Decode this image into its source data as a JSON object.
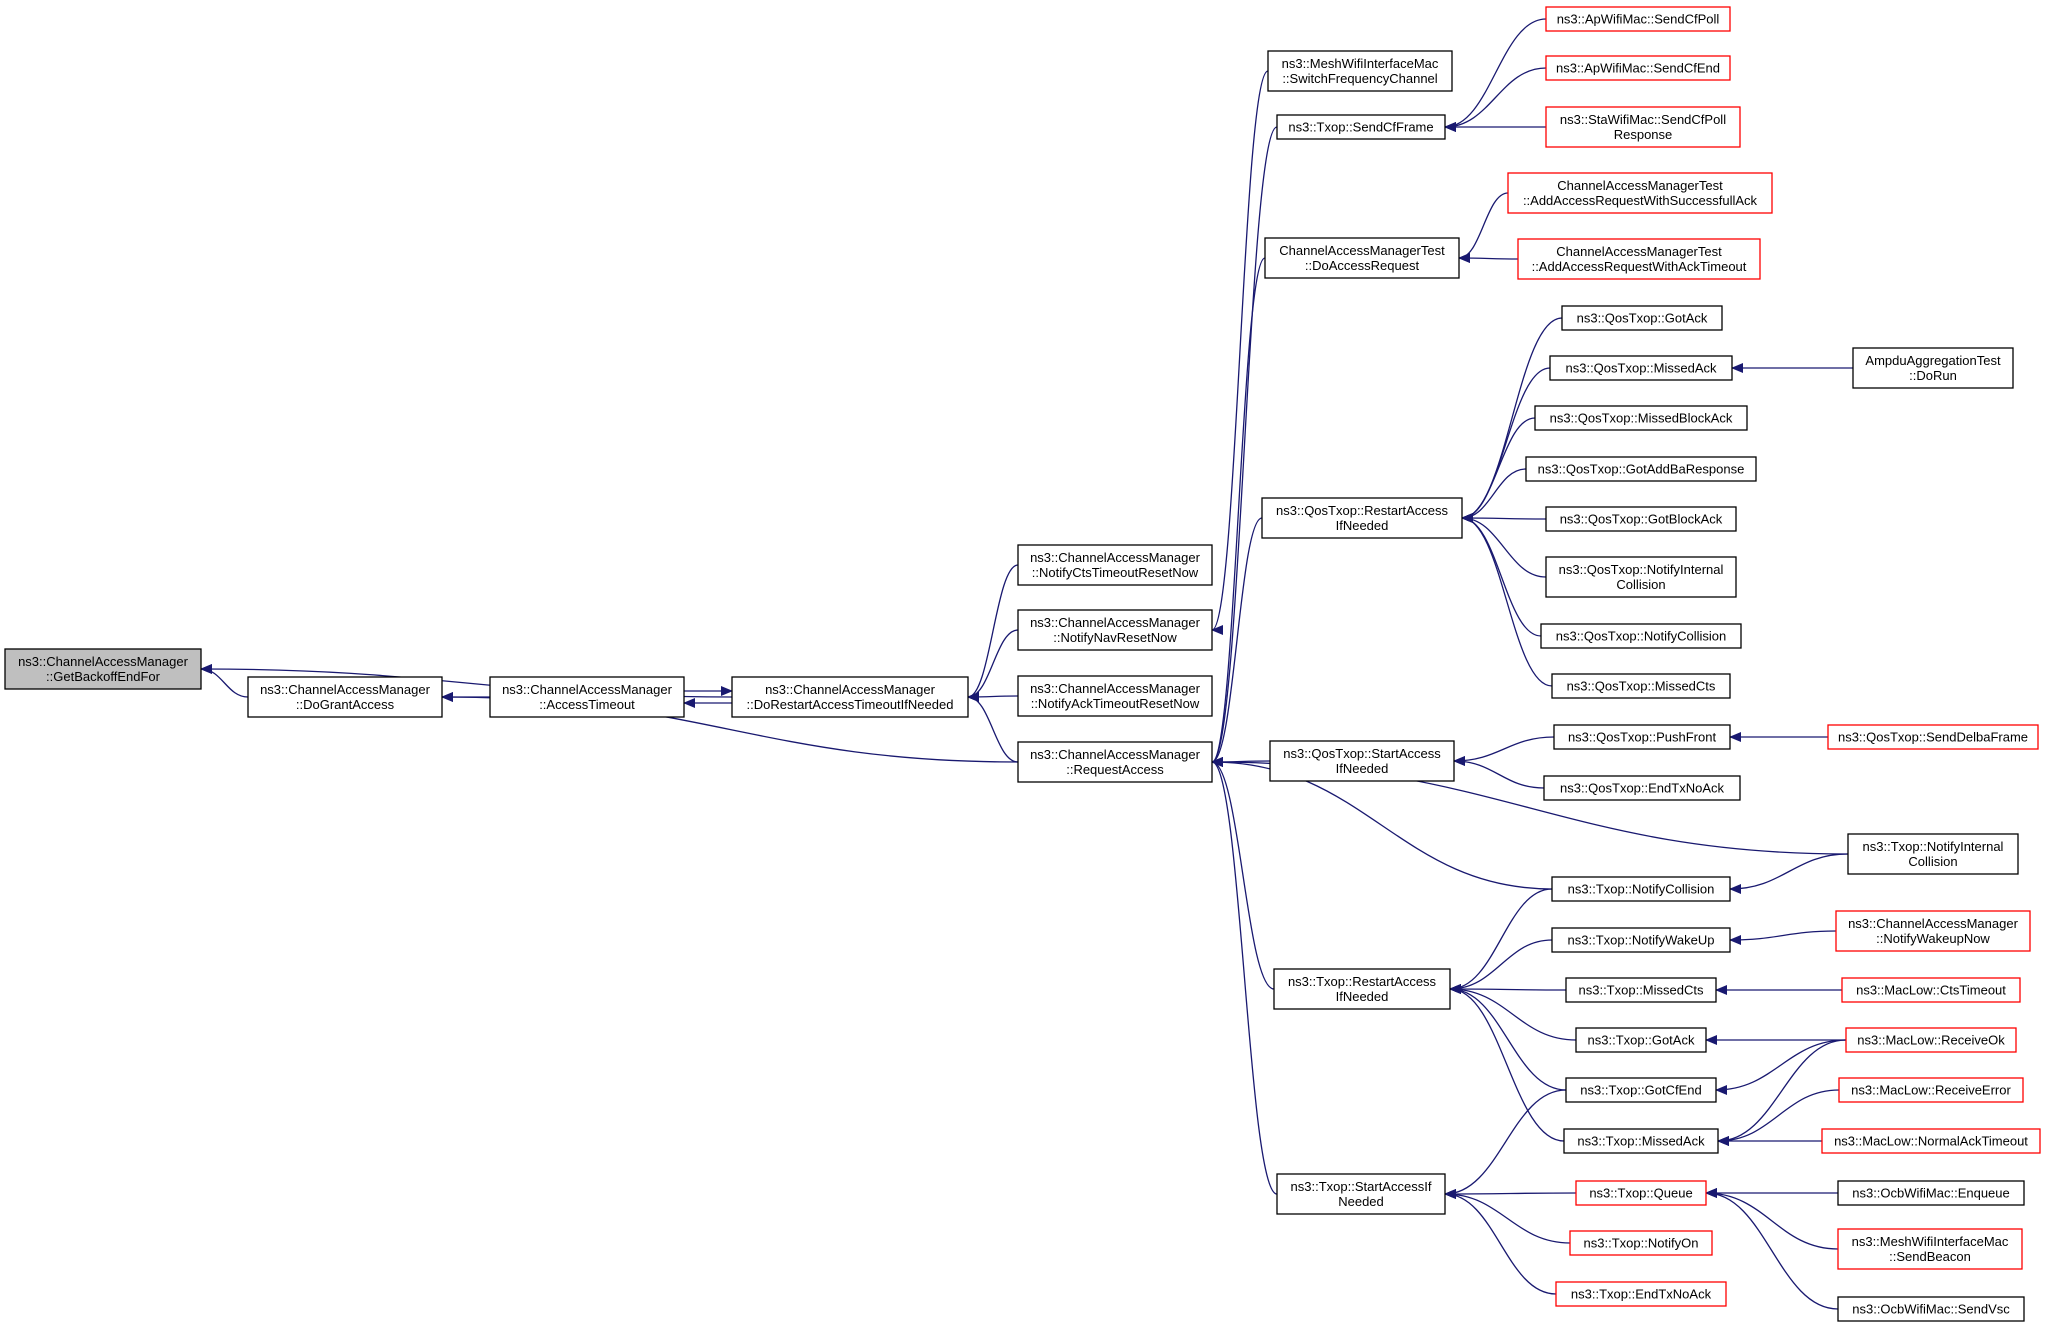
{
  "colors": {
    "edge": "#191970",
    "root_fill": "#bfbfbf",
    "normal_border": "#000000",
    "truncated_border": "#ff0000",
    "text": "#000000"
  },
  "nodes": [
    {
      "id": "getbackoff",
      "lines": [
        "ns3::ChannelAccessManager",
        "::GetBackoffEndFor"
      ],
      "kind": "root"
    },
    {
      "id": "dogrant",
      "lines": [
        "ns3::ChannelAccessManager",
        "::DoGrantAccess"
      ],
      "kind": "normal"
    },
    {
      "id": "accesstimeout",
      "lines": [
        "ns3::ChannelAccessManager",
        "::AccessTimeout"
      ],
      "kind": "normal"
    },
    {
      "id": "dorestart",
      "lines": [
        "ns3::ChannelAccessManager",
        "::DoRestartAccessTimeoutIfNeeded"
      ],
      "kind": "normal"
    },
    {
      "id": "notifycts",
      "lines": [
        "ns3::ChannelAccessManager",
        "::NotifyCtsTimeoutResetNow"
      ],
      "kind": "normal"
    },
    {
      "id": "notifynav",
      "lines": [
        "ns3::ChannelAccessManager",
        "::NotifyNavResetNow"
      ],
      "kind": "normal"
    },
    {
      "id": "notifyack",
      "lines": [
        "ns3::ChannelAccessManager",
        "::NotifyAckTimeoutResetNow"
      ],
      "kind": "normal"
    },
    {
      "id": "requestaccess",
      "lines": [
        "ns3::ChannelAccessManager",
        "::RequestAccess"
      ],
      "kind": "normal"
    },
    {
      "id": "meshswitch",
      "lines": [
        "ns3::MeshWifiInterfaceMac",
        "::SwitchFrequencyChannel"
      ],
      "kind": "normal"
    },
    {
      "id": "txopsendcf",
      "lines": [
        "ns3::Txop::SendCfFrame"
      ],
      "kind": "normal"
    },
    {
      "id": "apsendcfpoll",
      "lines": [
        "ns3::ApWifiMac::SendCfPoll"
      ],
      "kind": "truncated"
    },
    {
      "id": "apsendcfend",
      "lines": [
        "ns3::ApWifiMac::SendCfEnd"
      ],
      "kind": "truncated"
    },
    {
      "id": "stasendcfpoll",
      "lines": [
        "ns3::StaWifiMac::SendCfPoll",
        "Response"
      ],
      "kind": "truncated"
    },
    {
      "id": "camtdoaccess",
      "lines": [
        "ChannelAccessManagerTest",
        "::DoAccessRequest"
      ],
      "kind": "normal"
    },
    {
      "id": "camtsuccess",
      "lines": [
        "ChannelAccessManagerTest",
        "::AddAccessRequestWithSuccessfullAck"
      ],
      "kind": "truncated"
    },
    {
      "id": "camtacktimeout",
      "lines": [
        "ChannelAccessManagerTest",
        "::AddAccessRequestWithAckTimeout"
      ],
      "kind": "truncated"
    },
    {
      "id": "qosrestart",
      "lines": [
        "ns3::QosTxop::RestartAccess",
        "IfNeeded"
      ],
      "kind": "normal"
    },
    {
      "id": "qosgotack",
      "lines": [
        "ns3::QosTxop::GotAck"
      ],
      "kind": "normal"
    },
    {
      "id": "qosmissedack",
      "lines": [
        "ns3::QosTxop::MissedAck"
      ],
      "kind": "normal"
    },
    {
      "id": "ampdu",
      "lines": [
        "AmpduAggregationTest",
        "::DoRun"
      ],
      "kind": "normal"
    },
    {
      "id": "qosmissedblockack",
      "lines": [
        "ns3::QosTxop::MissedBlockAck"
      ],
      "kind": "normal"
    },
    {
      "id": "qosgotaddba",
      "lines": [
        "ns3::QosTxop::GotAddBaResponse"
      ],
      "kind": "normal"
    },
    {
      "id": "qosgotblockack",
      "lines": [
        "ns3::QosTxop::GotBlockAck"
      ],
      "kind": "normal"
    },
    {
      "id": "qosnotifyinternal",
      "lines": [
        "ns3::QosTxop::NotifyInternal",
        "Collision"
      ],
      "kind": "normal"
    },
    {
      "id": "qosnotifycollision",
      "lines": [
        "ns3::QosTxop::NotifyCollision"
      ],
      "kind": "normal"
    },
    {
      "id": "qosmissedcts",
      "lines": [
        "ns3::QosTxop::MissedCts"
      ],
      "kind": "normal"
    },
    {
      "id": "qosstart",
      "lines": [
        "ns3::QosTxop::StartAccess",
        "IfNeeded"
      ],
      "kind": "normal"
    },
    {
      "id": "qospushfront",
      "lines": [
        "ns3::QosTxop::PushFront"
      ],
      "kind": "normal"
    },
    {
      "id": "qossenddelba",
      "lines": [
        "ns3::QosTxop::SendDelbaFrame"
      ],
      "kind": "truncated"
    },
    {
      "id": "qosendtxnoack",
      "lines": [
        "ns3::QosTxop::EndTxNoAck"
      ],
      "kind": "normal"
    },
    {
      "id": "txopnotifyinternal",
      "lines": [
        "ns3::Txop::NotifyInternal",
        "Collision"
      ],
      "kind": "normal"
    },
    {
      "id": "txopnotifycollision",
      "lines": [
        "ns3::Txop::NotifyCollision"
      ],
      "kind": "normal"
    },
    {
      "id": "txopnotifywakeup",
      "lines": [
        "ns3::Txop::NotifyWakeUp"
      ],
      "kind": "normal"
    },
    {
      "id": "camnotifywakeup",
      "lines": [
        "ns3::ChannelAccessManager",
        "::NotifyWakeupNow"
      ],
      "kind": "truncated"
    },
    {
      "id": "txoprestart",
      "lines": [
        "ns3::Txop::RestartAccess",
        "IfNeeded"
      ],
      "kind": "normal"
    },
    {
      "id": "txopmissedcts",
      "lines": [
        "ns3::Txop::MissedCts"
      ],
      "kind": "normal"
    },
    {
      "id": "macctstimeout",
      "lines": [
        "ns3::MacLow::CtsTimeout"
      ],
      "kind": "truncated"
    },
    {
      "id": "txopgotack",
      "lines": [
        "ns3::Txop::GotAck"
      ],
      "kind": "normal"
    },
    {
      "id": "macreceiveok",
      "lines": [
        "ns3::MacLow::ReceiveOk"
      ],
      "kind": "truncated"
    },
    {
      "id": "txopgotcfend",
      "lines": [
        "ns3::Txop::GotCfEnd"
      ],
      "kind": "normal"
    },
    {
      "id": "macreceiveerror",
      "lines": [
        "ns3::MacLow::ReceiveError"
      ],
      "kind": "truncated"
    },
    {
      "id": "txopmissedack",
      "lines": [
        "ns3::Txop::MissedAck"
      ],
      "kind": "normal"
    },
    {
      "id": "macnormalack",
      "lines": [
        "ns3::MacLow::NormalAckTimeout"
      ],
      "kind": "truncated"
    },
    {
      "id": "txopstart",
      "lines": [
        "ns3::Txop::StartAccessIf",
        "Needed"
      ],
      "kind": "normal"
    },
    {
      "id": "txopqueue",
      "lines": [
        "ns3::Txop::Queue"
      ],
      "kind": "truncated"
    },
    {
      "id": "ocbenqueue",
      "lines": [
        "ns3::OcbWifiMac::Enqueue"
      ],
      "kind": "normal"
    },
    {
      "id": "txopnotifyon",
      "lines": [
        "ns3::Txop::NotifyOn"
      ],
      "kind": "truncated"
    },
    {
      "id": "meshsendbeacon",
      "lines": [
        "ns3::MeshWifiInterfaceMac",
        "::SendBeacon"
      ],
      "kind": "truncated"
    },
    {
      "id": "txopendtxnoack",
      "lines": [
        "ns3::Txop::EndTxNoAck"
      ],
      "kind": "truncated"
    },
    {
      "id": "ocbsendvsc",
      "lines": [
        "ns3::OcbWifiMac::SendVsc"
      ],
      "kind": "normal"
    }
  ],
  "edges": [
    {
      "from": "dogrant",
      "to": "getbackoff"
    },
    {
      "from": "dorestart",
      "to": "getbackoff"
    },
    {
      "from": "accesstimeout",
      "to": "dogrant"
    },
    {
      "from": "requestaccess",
      "to": "dogrant"
    },
    {
      "from": "dorestart",
      "to": "accesstimeout"
    },
    {
      "from": "accesstimeout",
      "to": "dorestart"
    },
    {
      "from": "notifycts",
      "to": "dorestart"
    },
    {
      "from": "notifynav",
      "to": "dorestart"
    },
    {
      "from": "notifyack",
      "to": "dorestart"
    },
    {
      "from": "requestaccess",
      "to": "dorestart"
    },
    {
      "from": "meshswitch",
      "to": "notifynav"
    },
    {
      "from": "txopsendcf",
      "to": "requestaccess"
    },
    {
      "from": "apsendcfpoll",
      "to": "txopsendcf"
    },
    {
      "from": "apsendcfend",
      "to": "txopsendcf"
    },
    {
      "from": "stasendcfpoll",
      "to": "txopsendcf"
    },
    {
      "from": "camtdoaccess",
      "to": "requestaccess"
    },
    {
      "from": "camtsuccess",
      "to": "camtdoaccess"
    },
    {
      "from": "camtacktimeout",
      "to": "camtdoaccess"
    },
    {
      "from": "qosrestart",
      "to": "requestaccess"
    },
    {
      "from": "qosgotack",
      "to": "qosrestart"
    },
    {
      "from": "qosmissedack",
      "to": "qosrestart"
    },
    {
      "from": "ampdu",
      "to": "qosmissedack"
    },
    {
      "from": "qosmissedblockack",
      "to": "qosrestart"
    },
    {
      "from": "qosgotaddba",
      "to": "qosrestart"
    },
    {
      "from": "qosgotblockack",
      "to": "qosrestart"
    },
    {
      "from": "qosnotifyinternal",
      "to": "qosrestart"
    },
    {
      "from": "qosnotifycollision",
      "to": "qosrestart"
    },
    {
      "from": "qosmissedcts",
      "to": "qosrestart"
    },
    {
      "from": "qosstart",
      "to": "requestaccess"
    },
    {
      "from": "qospushfront",
      "to": "qosstart"
    },
    {
      "from": "qossenddelba",
      "to": "qospushfront"
    },
    {
      "from": "qosendtxnoack",
      "to": "qosstart"
    },
    {
      "from": "txopnotifyinternal",
      "to": "requestaccess"
    },
    {
      "from": "txopnotifyinternal",
      "to": "txopnotifycollision"
    },
    {
      "from": "txopnotifycollision",
      "to": "requestaccess"
    },
    {
      "from": "txopnotifycollision",
      "to": "txoprestart"
    },
    {
      "from": "camnotifywakeup",
      "to": "txopnotifywakeup"
    },
    {
      "from": "txopnotifywakeup",
      "to": "txoprestart"
    },
    {
      "from": "txoprestart",
      "to": "requestaccess"
    },
    {
      "from": "txopmissedcts",
      "to": "txoprestart"
    },
    {
      "from": "macctstimeout",
      "to": "txopmissedcts"
    },
    {
      "from": "txopgotack",
      "to": "txoprestart"
    },
    {
      "from": "macreceiveok",
      "to": "txopgotack"
    },
    {
      "from": "txopgotcfend",
      "to": "txoprestart"
    },
    {
      "from": "macreceiveok",
      "to": "txopgotcfend"
    },
    {
      "from": "txopmissedack",
      "to": "txoprestart"
    },
    {
      "from": "macreceiveok",
      "to": "txopmissedack"
    },
    {
      "from": "macreceiveerror",
      "to": "txopmissedack"
    },
    {
      "from": "macnormalack",
      "to": "txopmissedack"
    },
    {
      "from": "txopstart",
      "to": "requestaccess"
    },
    {
      "from": "txopgotcfend",
      "to": "txopstart"
    },
    {
      "from": "txopqueue",
      "to": "txopstart"
    },
    {
      "from": "ocbenqueue",
      "to": "txopqueue"
    },
    {
      "from": "meshsendbeacon",
      "to": "txopqueue"
    },
    {
      "from": "ocbsendvsc",
      "to": "txopqueue"
    },
    {
      "from": "txopnotifyon",
      "to": "txopstart"
    },
    {
      "from": "txopendtxnoack",
      "to": "txopstart"
    }
  ]
}
